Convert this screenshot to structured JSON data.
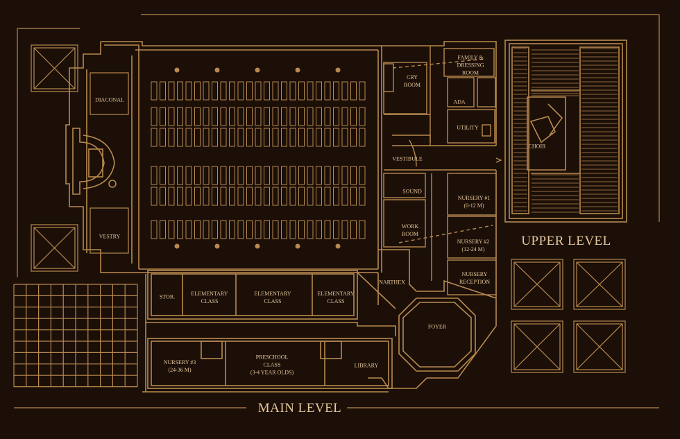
{
  "colors": {
    "background": "#1b0f08",
    "line": "#b98a4f",
    "text": "#e6c79b"
  },
  "levels": {
    "main": "MAIN LEVEL",
    "upper": "UPPER LEVEL"
  },
  "rooms": {
    "diaconal": "DIACONAL",
    "vestry": "VESTRY",
    "cry_room": "CRY\nROOM",
    "family_dressing": "FAMILY &\nDRESSING\nROOM",
    "ada": "ADA",
    "utility": "UTILITY",
    "vestibule": "VESTIBULE",
    "choir": "CHOIR",
    "sound": "SOUND",
    "work_room": "WORK\nROOM",
    "nursery1": "NURSERY #1\n(0-12 M)",
    "nursery2": "NURSERY #2\n(12-24 M)",
    "nursery_reception": "NURSERY\nRECEPTION",
    "narthex": "NARTHEX",
    "foyer": "FOYER",
    "stor": "STOR.",
    "elementary1": "ELEMENTARY\nCLASS",
    "elementary2": "ELEMENTARY\nCLASS",
    "elementary3": "ELEMENTARY\nCLASS",
    "nursery3": "NURSERY #3\n(24-36 M)",
    "preschool": "PRESCHOOL\nCLASS\n(3-4 YEAR OLDS)",
    "library": "LIBRARY"
  }
}
